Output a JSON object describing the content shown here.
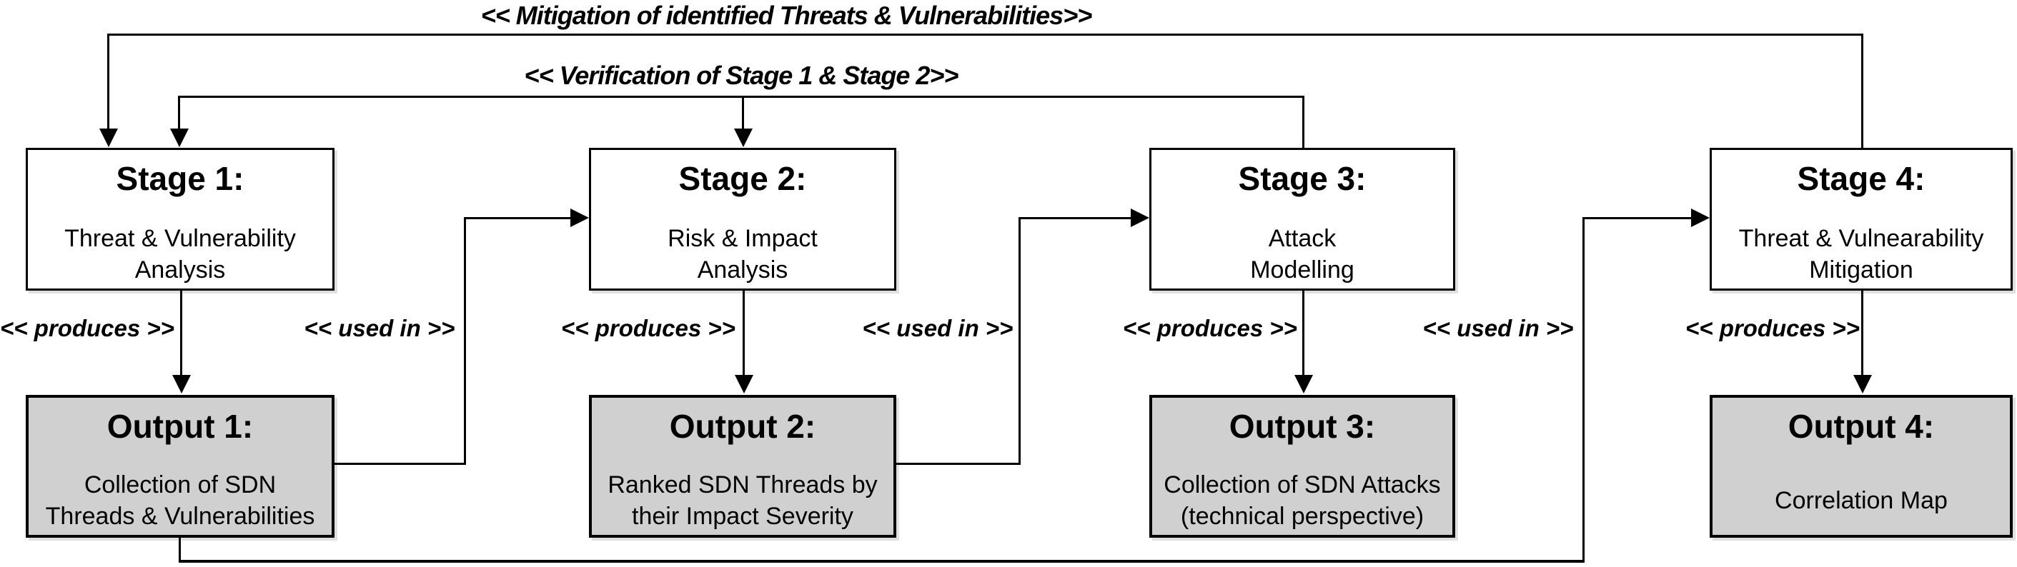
{
  "flows": {
    "mitigation": "<< Mitigation of identified Threats & Vulnerabilities>>",
    "verification": "<< Verification of Stage 1 & Stage 2>>"
  },
  "edge_labels": {
    "produces": "<< produces >>",
    "used_in": "<< used in >>"
  },
  "stages": [
    {
      "title": "Stage 1:",
      "line1": "Threat & Vulnerability",
      "line2": "Analysis"
    },
    {
      "title": "Stage 2:",
      "line1": "Risk & Impact",
      "line2": "Analysis"
    },
    {
      "title": "Stage 3:",
      "line1": "Attack",
      "line2": "Modelling"
    },
    {
      "title": "Stage 4:",
      "line1": "Threat & Vulnearability",
      "line2": "Mitigation"
    }
  ],
  "outputs": [
    {
      "title": "Output 1:",
      "line1": "Collection of SDN",
      "line2": "Threads & Vulnerabilities"
    },
    {
      "title": "Output 2:",
      "line1": "Ranked SDN Threads by",
      "line2": "their Impact Severity"
    },
    {
      "title": "Output 3:",
      "line1": "Collection of SDN Attacks",
      "line2": "(technical perspective)"
    },
    {
      "title": "Output 4:",
      "line1": "Correlation Map",
      "line2": ""
    }
  ],
  "colors": {
    "stage_fill": "#ffffff",
    "output_fill": "#d0d0d0",
    "line": "#000000",
    "text": "#000000"
  }
}
